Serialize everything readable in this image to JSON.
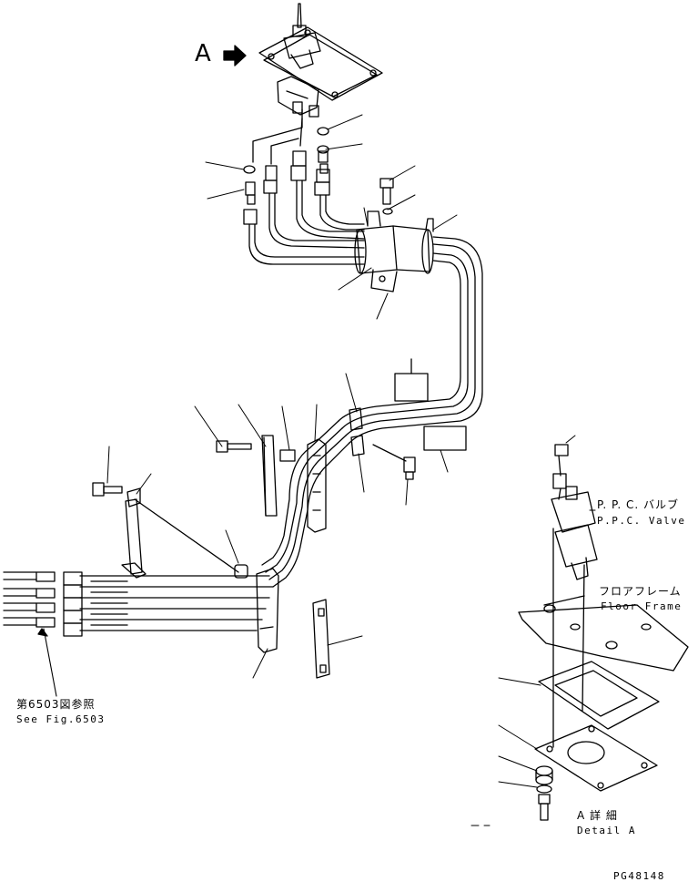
{
  "view_marker": "A",
  "callouts": {
    "ppc_valve_jp": "P. P. C. バルブ",
    "ppc_valve_en": "P.P.C. Valve",
    "floor_frame_jp": "フロアフレーム",
    "floor_frame_en": "Floor Frame",
    "detail_jp": "A 詳 細",
    "detail_en": "Detail A",
    "see_fig_jp": "第6503図参照",
    "see_fig_en": "See Fig.6503"
  },
  "drawing_number": "PG48148"
}
